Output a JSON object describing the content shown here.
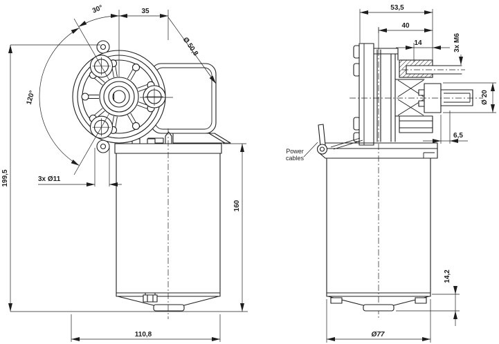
{
  "page": {
    "background": "#ffffff",
    "line_color": "#1d1d1d"
  },
  "front_view": {
    "labels": {
      "angle_30": "30°",
      "dim_35": "35",
      "dia_50_8": "Ø 50,8",
      "angle_120": "120°",
      "dim_199_5": "199,5",
      "dim_3x11": "3x Ø11",
      "dim_160": "160",
      "dim_110_8": "110,8"
    }
  },
  "side_view": {
    "labels": {
      "dim_53_5": "53,5",
      "dim_40": "40",
      "dim_14": "14",
      "dim_3xM6": "3x M6",
      "dia_20": "Ø 20",
      "dim_6_5": "6,5",
      "dim_14_2": "14,2",
      "dia_77": "Ø77",
      "power_line1": "Power",
      "power_line2": "cables"
    }
  }
}
